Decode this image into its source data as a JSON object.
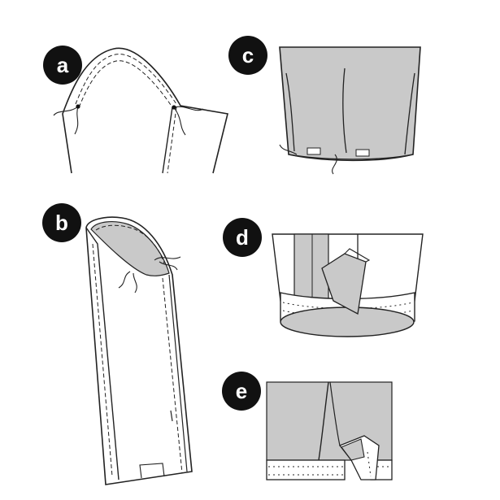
{
  "steps": [
    {
      "id": "a",
      "label": "a"
    },
    {
      "id": "b",
      "label": "b"
    },
    {
      "id": "c",
      "label": "c"
    },
    {
      "id": "d",
      "label": "d"
    },
    {
      "id": "e",
      "label": "e"
    }
  ],
  "colors": {
    "fabric_fill": "#c9c9c9",
    "outline": "#222222",
    "badge": "#111111",
    "badge_text": "#ffffff",
    "background": "#ffffff"
  }
}
